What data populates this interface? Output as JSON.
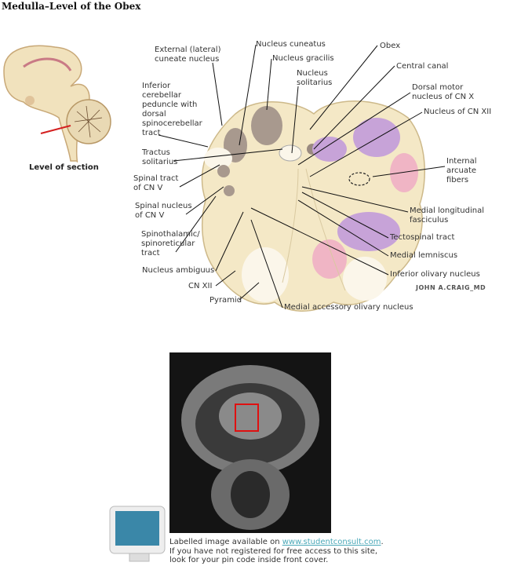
{
  "title": "Medulla–Level of the Obex",
  "sagittal_caption": "Level of section",
  "labels": {
    "external_cuneate": "External (lateral)\ncuneate nucleus",
    "nucleus_cuneatus": "Nucleus cuneatus",
    "nucleus_gracilis": "Nucleus gracilis",
    "nucleus_solitarius": "Nucleus\nsolitarius",
    "obex": "Obex",
    "central_canal": "Central canal",
    "dorsal_motor": "Dorsal motor\nnucleus of CN X",
    "cn_xii_nucleus": "Nucleus of CN XII",
    "icp": "Inferior\ncerebellar\npeduncle with\ndorsal\nspinocerebellar\ntract",
    "tractus_solitarius": "Tractus\nsolitarius",
    "spinal_tract_v": "Spinal tract\nof CN V",
    "spinal_nucleus_v": "Spinal nucleus\nof CN V",
    "spinothalamic": "Spinothalamic/\nspinoreticular\ntract",
    "nucleus_ambiguus": "Nucleus ambiguus",
    "cn_xii": "CN XII",
    "pyramid": "Pyramid",
    "medial_accessory": "Medial accessory olivary nucleus",
    "inferior_olivary": "Inferior olivary nucleus",
    "medial_lemniscus": "Medial lemniscus",
    "tectospinal": "Tectospinal tract",
    "mlf": "Medial longitudinal\nfasciculus",
    "internal_arcuate": "Internal\narcuate\nfibers"
  },
  "signature": "JOHN A.CRAIG_MD",
  "footer": {
    "line1_pre": "Labelled image available on ",
    "link": "www.studentconsult.com",
    "line1_post": ".",
    "line2": "If you have not registered for free access to this site,",
    "line3": "look for your pin code inside front cover."
  }
}
